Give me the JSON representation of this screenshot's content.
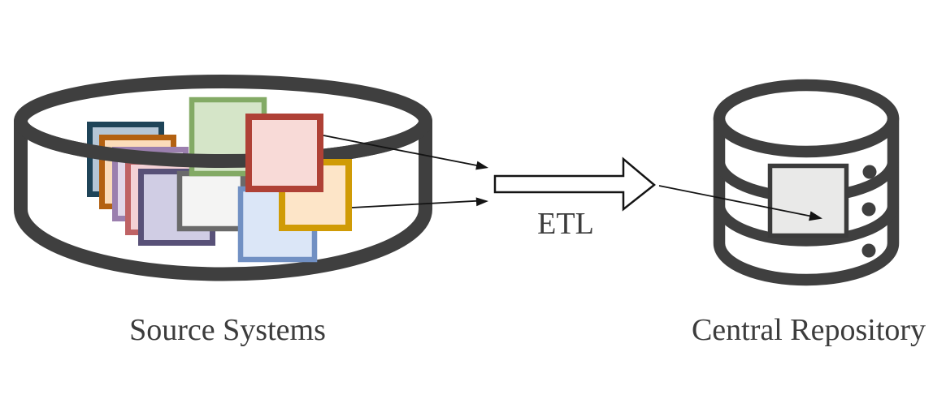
{
  "diagram": {
    "title_implied": "ETL data flow",
    "source": {
      "label": "Source Systems"
    },
    "etl": {
      "label": "ETL"
    },
    "repository": {
      "label": "Central Repository"
    }
  },
  "icons": {
    "source": "bowl-cylinder-icon",
    "repository": "database-icon",
    "etl": "block-arrow-right-icon",
    "flow": "thin-arrow-icon",
    "table": "table-square-icon"
  },
  "palette": {
    "outline_gray": "#3f3f3f",
    "text": "#3c3c3c",
    "arrow_stroke": "#141414",
    "block_arrow_fill": "#ffffff",
    "block_arrow_stroke": "#141414",
    "db_table_fill": "#e9e9e8",
    "db_table_stroke": "#3b3b3b",
    "docs": {
      "navy": {
        "border": "#1f4458",
        "fill": "#b5c6d6"
      },
      "orange": {
        "border": "#b36111",
        "fill": "#fbdcba"
      },
      "lilac": {
        "border": "#9b7fae",
        "fill": "#e2d8ea"
      },
      "pink": {
        "border": "#bf6365",
        "fill": "#f3d1d5"
      },
      "darkpurple": {
        "border": "#585178",
        "fill": "#d0cde4"
      },
      "white": {
        "border": "#6a6a6a",
        "fill": "#f4f4f3"
      },
      "green": {
        "border": "#83aa65",
        "fill": "#d5e5c8"
      },
      "blue": {
        "border": "#7190c3",
        "fill": "#dbe6f7"
      },
      "gold": {
        "border": "#d09b06",
        "fill": "#fde5c8"
      },
      "red": {
        "border": "#af4136",
        "fill": "#f8dad7"
      }
    }
  }
}
